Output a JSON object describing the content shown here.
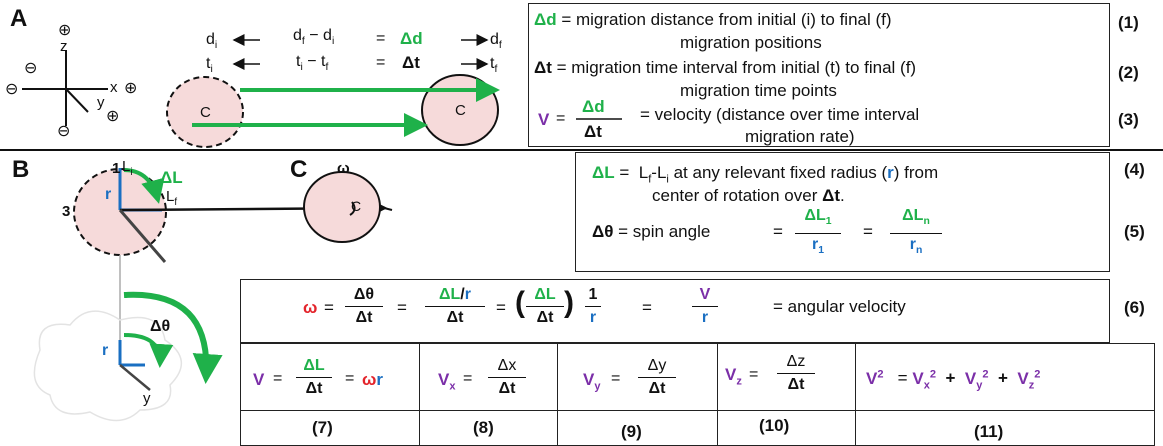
{
  "panels": {
    "a": "A",
    "b": "B",
    "c": "C"
  },
  "axes": {
    "z": "z",
    "x": "x",
    "y": "y",
    "plus": "⊕",
    "minus": "⊖"
  },
  "migration": {
    "di": "d",
    "di_sub": "i",
    "df_minus_di": "d",
    "df_sub": "f",
    "minus": " − ",
    "di2": "d",
    "di2_sub": "i",
    "equals": "=",
    "delta_d": "Δd",
    "df": "d",
    "df2_sub": "f",
    "ti": "t",
    "ti_sub": "i",
    "ti_minus_tf_a": "t",
    "ti_minus_tf_asub": "i",
    "ti_minus_tf_b": "t",
    "ti_minus_tf_bsub": "f",
    "delta_t": "Δt",
    "tf": "t",
    "tf_sub": "f",
    "cell_label": "C"
  },
  "definitions": {
    "eq1_sym": "Δd",
    "eq1_text": "= migration distance from initial (i) to final (f)",
    "eq1_text2": "migration positions",
    "eq1_num": "(1)",
    "eq2_sym": "Δt",
    "eq2_text": "= migration time interval from initial (t) to final (f)",
    "eq2_text2": "migration time points",
    "eq2_num": "(2)",
    "eq3_v": "V",
    "eq3_num_top": "Δd",
    "eq3_den": "Δt",
    "eq3_text": "= velocity (distance over time interval",
    "eq3_text2": "migration rate)",
    "eq3_num": "(3)"
  },
  "rotation": {
    "one": "1",
    "three": "3",
    "li": "L",
    "li_sub": "i",
    "lf": "L",
    "lf_sub": "f",
    "r": "r",
    "delta_l": "ΔL",
    "omega": "ω",
    "c_label": "C",
    "delta_theta": "Δθ",
    "y": "y"
  },
  "spin": {
    "eq4_sym": "ΔL",
    "eq4_eq": "=",
    "eq4_a": "L",
    "eq4_asub": "f",
    "eq4_b": "-L",
    "eq4_bsub": "i",
    "eq4_text": " at any relevant fixed radius (",
    "eq4_r": "r",
    "eq4_text_end": ") from",
    "eq4_text2": "center of rotation over",
    "eq4_dt": "Δt",
    "eq4_period": ".",
    "eq4_num": "(4)",
    "eq5_sym": "Δθ",
    "eq5_text": "= spin angle",
    "eq5_eq1": "=",
    "eq5_n1": "ΔL",
    "eq5_n1sub": "1",
    "eq5_d1": "r",
    "eq5_d1sub": "1",
    "eq5_eq2": "=",
    "eq5_n2": "ΔL",
    "eq5_n2sub": "n",
    "eq5_d2": "r",
    "eq5_d2sub": "n",
    "eq5_num": "(5)"
  },
  "angular": {
    "omega": "ω",
    "eq": "=",
    "f1_n": "Δθ",
    "f1_d": "Δt",
    "f2_n_a": "ΔL",
    "f2_n_slash": "/",
    "f2_n_r": "r",
    "f2_d": "Δt",
    "lparen": "(",
    "f3_n": "ΔL",
    "f3_d": "Δt",
    "rparen": ")",
    "f4_n": "1",
    "f4_d": "r",
    "f5_n": "V",
    "f5_d": "r",
    "text": "= angular velocity",
    "num": "(6)"
  },
  "row": {
    "c7_v": "V",
    "c7_eq": "=",
    "c7_n": "ΔL",
    "c7_d": "Δt",
    "c7_eq2": "=",
    "c7_omega": "ω",
    "c7_r": "r",
    "c8_v": "V",
    "c8_sub": "x",
    "c8_eq": "=",
    "c8_n": "Δx",
    "c8_d": "Δt",
    "c9_v": "V",
    "c9_sub": "y",
    "c9_eq": "=",
    "c9_n": "Δy",
    "c9_d": "Δt",
    "c10_v": "V",
    "c10_sub": "z",
    "c10_eq": "=",
    "c10_n": "Δz",
    "c10_d": "Δt",
    "c11_v": "V",
    "c11_sup": "2",
    "c11_eq": "=",
    "c11_vx": "V",
    "c11_vxsub": "x",
    "c11_vxsup": "2",
    "plus": "+",
    "c11_vy": "V",
    "c11_vysub": "y",
    "c11_vysup": "2",
    "c11_vz": "V",
    "c11_vzsub": "z",
    "c11_vzsup": "2",
    "n7": "(7)",
    "n8": "(8)",
    "n9": "(9)",
    "n10": "(10)",
    "n11": "(11)"
  }
}
